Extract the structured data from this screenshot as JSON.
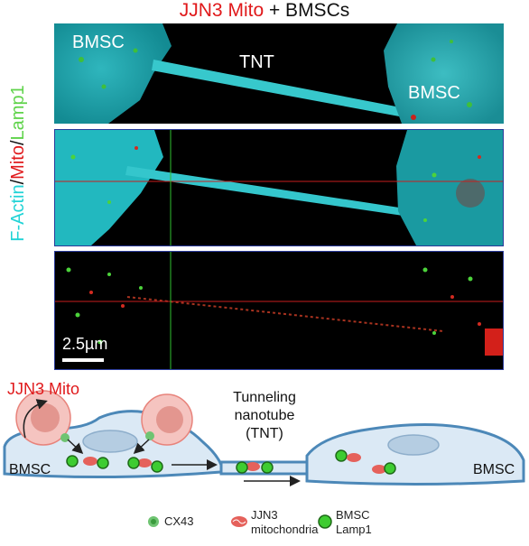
{
  "title": {
    "part1": "JJN3 Mito",
    "part2": " + BMSCs"
  },
  "side_label": {
    "actin": "F-Actin",
    "sep1": "/",
    "mito": "Mito",
    "sep2": "/",
    "lamp": "Lamp1"
  },
  "panel_top": {
    "label_left": "BMSC",
    "label_center": "TNT",
    "label_right": "BMSC"
  },
  "panel_bottom": {
    "scale_label": "2.5µm"
  },
  "diagram": {
    "jjn3_label": "JJN3 Mito",
    "bmsc_left": "BMSC",
    "bmsc_right": "BMSC",
    "tnt_line1": "Tunneling",
    "tnt_line2": "nanotube",
    "tnt_line3": "(TNT)"
  },
  "legend": [
    {
      "icon": "cx43-icon",
      "label": "CX43"
    },
    {
      "icon": "mitochondria-icon",
      "label": "JJN3\nmitochondria"
    },
    {
      "icon": "lamp1-icon",
      "label": "BMSC\nLamp1"
    }
  ],
  "colors": {
    "red": "#e0191b",
    "cyan": "#21d3d6",
    "green": "#5fd34a",
    "cell_fill": "#dbe9f5",
    "cell_stroke": "#4c88b8"
  }
}
